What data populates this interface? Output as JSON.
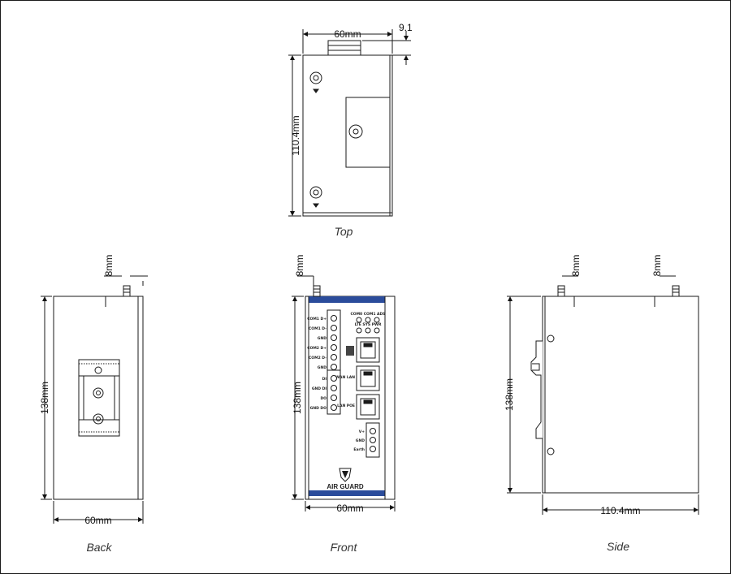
{
  "views": {
    "top": {
      "caption": "Top",
      "width": "60mm",
      "height": "110.4mm",
      "stub": "9.1"
    },
    "back": {
      "caption": "Back",
      "width": "60mm",
      "height": "138mm",
      "antenna": "8mm"
    },
    "front": {
      "caption": "Front",
      "width": "60mm",
      "height": "138mm",
      "antenna": "8mm",
      "brand": "AIR GUARD",
      "terminal_labels": [
        "COM1 D+",
        "COM1 D-",
        "GND",
        "COM2 D+",
        "COM2 D-",
        "GND",
        "DI",
        "GND DI",
        "DO",
        "GND DO"
      ],
      "led_row1": "COM0 COM1 ADS",
      "led_row2": "LTE SYS PWR",
      "port_labels": [
        "WAN LAN",
        "LAN POE"
      ],
      "power_labels": [
        "V+",
        "GND",
        "Earth"
      ]
    },
    "side": {
      "caption": "Side",
      "width": "110.4mm",
      "height": "138mm",
      "antenna_left": "8mm",
      "antenna_right": "8mm"
    }
  },
  "colors": {
    "line": "#1a1a1a",
    "accent": "#2b4c9b"
  }
}
